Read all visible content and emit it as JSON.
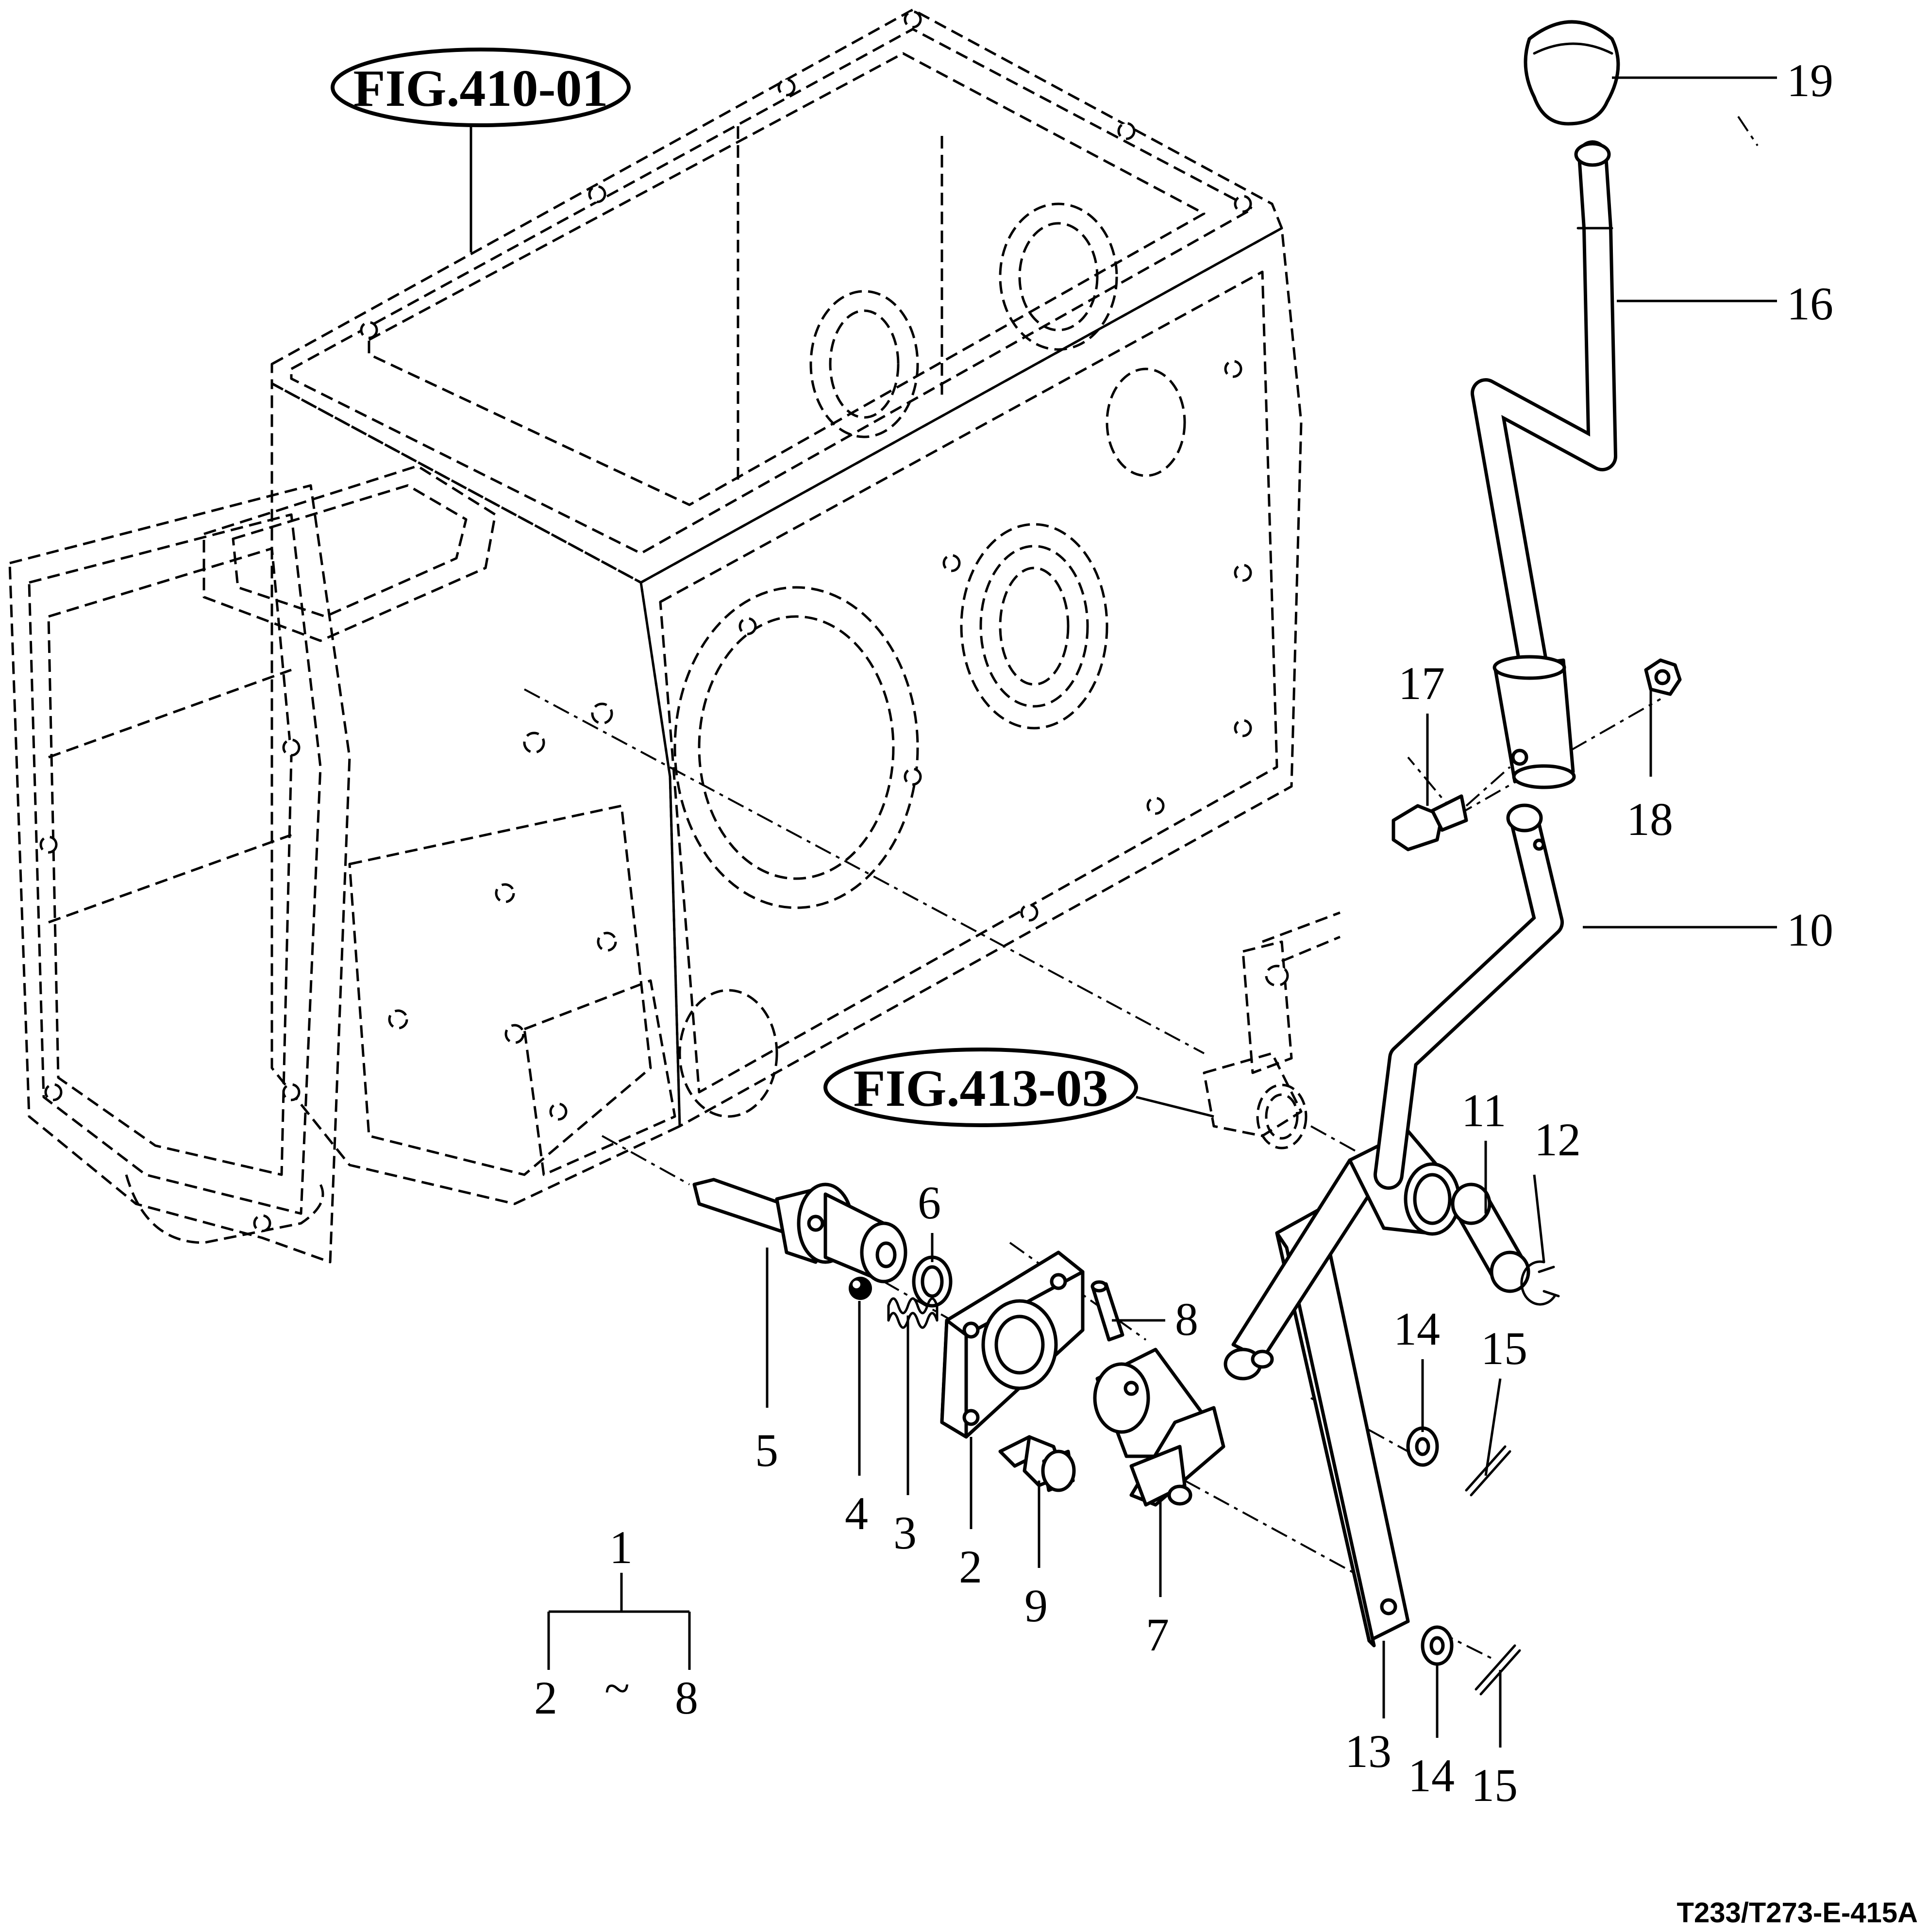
{
  "references": {
    "transmission_case": "FIG.410-01",
    "shift_shaft": "FIG.413-03"
  },
  "callouts": {
    "c1": "1",
    "c2": "2",
    "c3": "3",
    "c4": "4",
    "c5": "5",
    "c6": "6",
    "c7": "7",
    "c8": "8",
    "c9": "9",
    "c10": "10",
    "c11": "11",
    "c12": "12",
    "c13": "13",
    "c14a": "14",
    "c14b": "14",
    "c15a": "15",
    "c15b": "15",
    "c16": "16",
    "c17": "17",
    "c18": "18",
    "c19": "19"
  },
  "assembly_range": {
    "from": "2",
    "tilde": "~",
    "to": "8"
  },
  "drawing_code": "T233/T273-E-415A"
}
